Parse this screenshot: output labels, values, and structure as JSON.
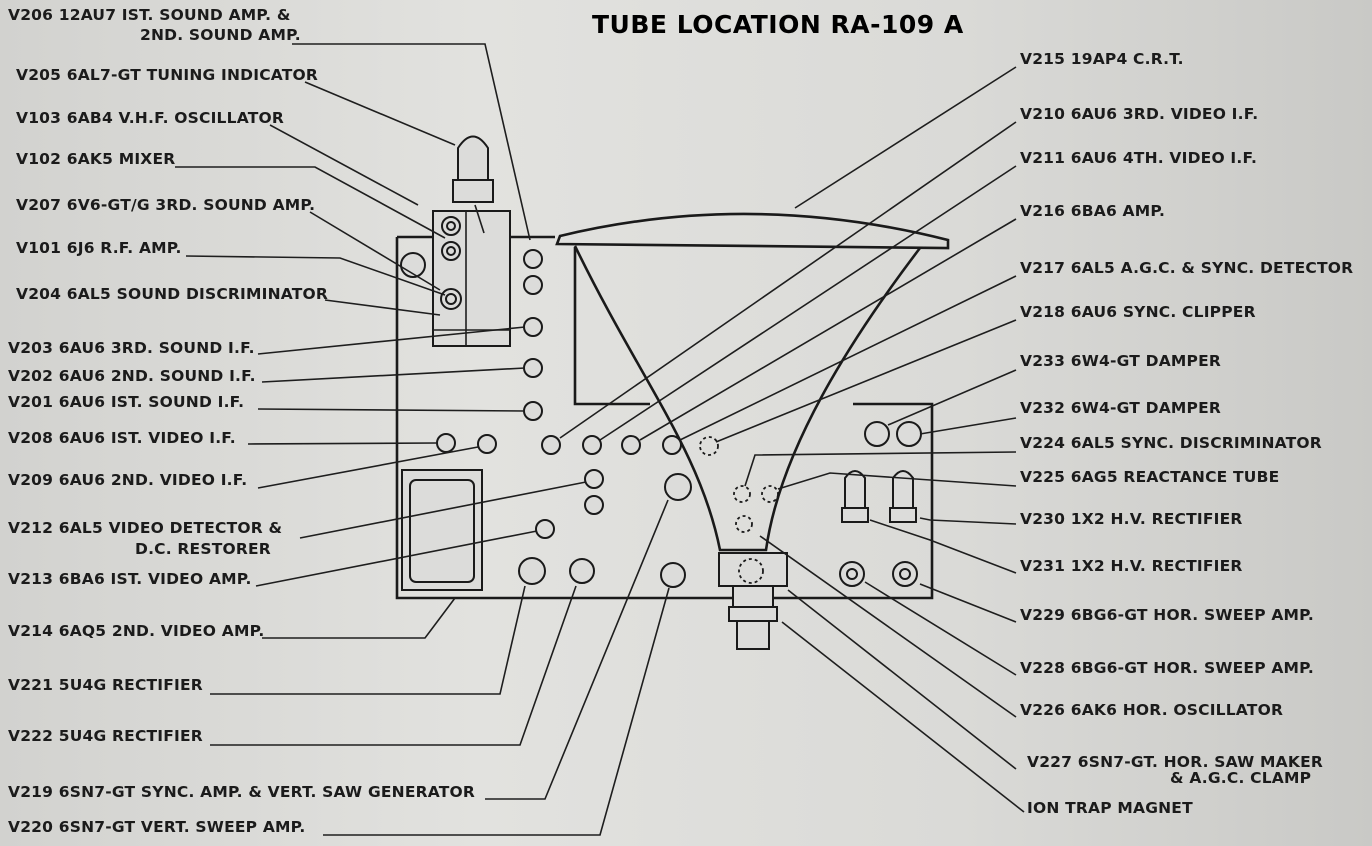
{
  "title": "TUBE LOCATION RA-109 A",
  "left_labels": [
    {
      "line1": "V206 12AU7 IST. SOUND AMP. &",
      "line2": "2ND. SOUND AMP."
    },
    {
      "line1": "V205 6AL7-GT TUNING INDICATOR"
    },
    {
      "line1": "V103 6AB4 V.H.F. OSCILLATOR"
    },
    {
      "line1": "V102 6AK5 MIXER"
    },
    {
      "line1": "V207 6V6-GT/G 3RD. SOUND AMP."
    },
    {
      "line1": "V101 6J6  R.F. AMP."
    },
    {
      "line1": "V204 6AL5 SOUND DISCRIMINATOR"
    },
    {
      "line1": "V203 6AU6 3RD. SOUND I.F."
    },
    {
      "line1": "V202 6AU6 2ND. SOUND I.F."
    },
    {
      "line1": "V201 6AU6 IST. SOUND I.F."
    },
    {
      "line1": "V208 6AU6 IST. VIDEO I.F."
    },
    {
      "line1": "V209 6AU6 2ND. VIDEO I.F."
    },
    {
      "line1": "V212 6AL5 VIDEO DETECTOR &",
      "line2": "D.C. RESTORER"
    },
    {
      "line1": "V213 6BA6 IST. VIDEO AMP."
    },
    {
      "line1": "V214 6AQ5 2ND. VIDEO AMP."
    },
    {
      "line1": "V221 5U4G RECTIFIER"
    },
    {
      "line1": "V222 5U4G RECTIFIER"
    },
    {
      "line1": "V219 6SN7-GT SYNC. AMP. & VERT. SAW GENERATOR"
    },
    {
      "line1": "V220 6SN7-GT VERT. SWEEP AMP."
    }
  ],
  "right_labels": [
    {
      "line1": "V215 19AP4 C.R.T."
    },
    {
      "line1": "V210 6AU6  3RD. VIDEO I.F."
    },
    {
      "line1": "V211 6AU6 4TH. VIDEO I.F."
    },
    {
      "line1": "V216 6BA6 AMP."
    },
    {
      "line1": "V217 6AL5 A.G.C. & SYNC. DETECTOR"
    },
    {
      "line1": "V218 6AU6 SYNC. CLIPPER"
    },
    {
      "line1": "V233 6W4-GT DAMPER"
    },
    {
      "line1": "V232 6W4-GT DAMPER"
    },
    {
      "line1": "V224 6AL5 SYNC. DISCRIMINATOR"
    },
    {
      "line1": "V225 6AG5 REACTANCE TUBE"
    },
    {
      "line1": "V230 1X2 H.V. RECTIFIER"
    },
    {
      "line1": "V231 1X2 H.V. RECTIFIER"
    },
    {
      "line1": "V229 6BG6-GT HOR. SWEEP AMP."
    },
    {
      "line1": "V228 6BG6-GT HOR. SWEEP AMP."
    },
    {
      "line1": "V226 6AK6 HOR. OSCILLATOR"
    },
    {
      "line1": "V227 6SN7-GT. HOR. SAW MAKER",
      "line2": "& A.G.C. CLAMP"
    },
    {
      "line1": "ION TRAP MAGNET"
    }
  ]
}
